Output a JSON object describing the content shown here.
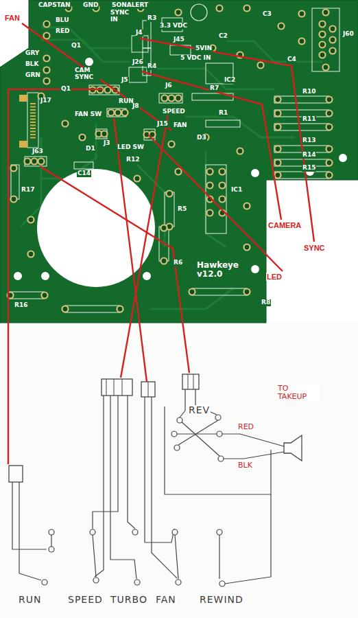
{
  "diagram": {
    "labels": [
      "CAPSTAN",
      "GND",
      "SONALERT",
      "BLU",
      "RED",
      "GRY",
      "BLK",
      "GRN",
      "SYNC IN",
      "J4",
      "3.3 VDC",
      "R3",
      "R4",
      "J45",
      "5VIN",
      "5 VDC IN",
      "C2",
      "C3",
      "C4",
      "J60",
      "Q1",
      "J26",
      "CAM SYNC",
      "IC2",
      "J5",
      "Q1",
      "J17",
      "RUN",
      "J6",
      "SPEED",
      "R7",
      "R10",
      "R11",
      "FAN SW",
      "J8",
      "FAN",
      "R1",
      "D3",
      "J15",
      "J3",
      "D1",
      "LED SW",
      "R12",
      "R13",
      "R14",
      "R15",
      "J63",
      "C14",
      "R17",
      "IC1",
      "R5",
      "R6",
      "Hawkeye v12.0",
      "R16",
      "R8",
      "FAN",
      "CAMERA",
      "SYNC",
      "LED",
      "REV",
      "TO TAKEUP",
      "RED",
      "BLK",
      "RUN",
      "SPEED",
      "TURBO",
      "FAN",
      "REWIND"
    ]
  }
}
